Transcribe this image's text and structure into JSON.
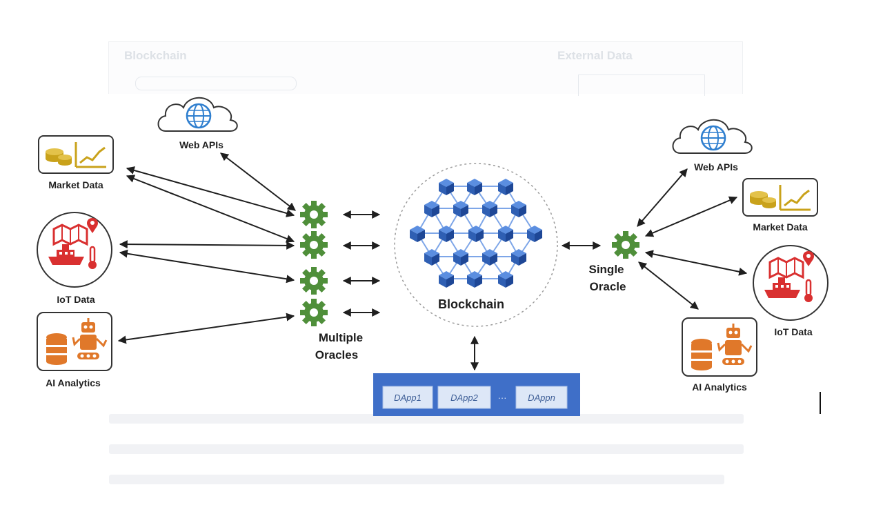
{
  "background": {
    "panel_left_label": "Blockchain",
    "panel_right_label": "External Data"
  },
  "left_sources": {
    "web_apis": "Web APIs",
    "market_data": "Market Data",
    "iot_data": "IoT Data",
    "ai_analytics": "AI Analytics"
  },
  "multiple_oracles": {
    "line1": "Multiple",
    "line2": "Oracles"
  },
  "blockchain": {
    "label": "Blockchain"
  },
  "dapps": {
    "items": [
      "DApp1",
      "DApp2",
      "DAppn"
    ],
    "separator": "···"
  },
  "single_oracle": {
    "line1": "Single",
    "line2": "Oracle"
  },
  "right_sources": {
    "web_apis": "Web APIs",
    "market_data": "Market Data",
    "iot_data": "IoT Data",
    "ai_analytics": "AI Analytics"
  },
  "colors": {
    "oracle_gear": "#4f8f3a",
    "blockchain_cube": "#2f5fb3",
    "dapp_bar": "#3f6fc8",
    "market_gold": "#c9a21b",
    "iot_red": "#d93030",
    "ai_orange": "#e0782a",
    "web_globe": "#2f7fcf"
  }
}
